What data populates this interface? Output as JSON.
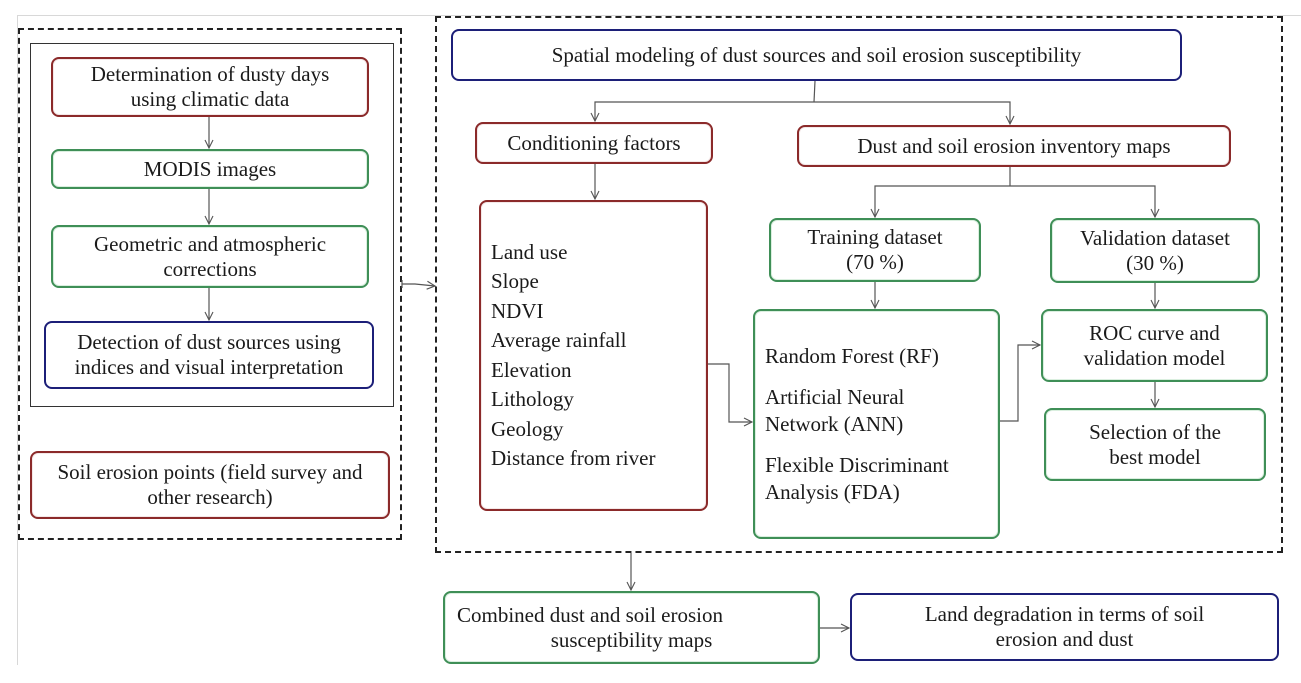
{
  "colors": {
    "input_box": "#8b2a2a",
    "process_box": "#3f8f57",
    "output_box": "#1c1f78",
    "connector": "#555555"
  },
  "left_panel": {
    "determination": [
      "Determination of dusty days",
      "using climatic data"
    ],
    "modis": "MODIS images",
    "corrections": [
      "Geometric and atmospheric",
      "corrections"
    ],
    "detection": [
      "Detection of dust sources using",
      "indices and visual interpretation"
    ],
    "soil_points": [
      "Soil erosion points (field survey and",
      "other research)"
    ]
  },
  "right_panel": {
    "title": "Spatial modeling  of dust sources and soil erosion susceptibility",
    "conditioning": "Conditioning factors",
    "inventory": "Dust and soil erosion inventory maps",
    "factors": [
      "Land use",
      "Slope",
      "NDVI",
      "Average rainfall",
      "Elevation",
      "Lithology",
      "Geology",
      "Distance from river"
    ],
    "training": [
      "Training dataset",
      "(70 %)"
    ],
    "validation": [
      "Validation dataset",
      "(30 %)"
    ],
    "models": [
      "Random Forest (RF)",
      "",
      "Artificial Neural",
      "Network (ANN)",
      "",
      "Flexible Discriminant",
      "Analysis (FDA)"
    ],
    "roc": [
      "ROC curve and",
      "validation model"
    ],
    "selection": [
      "Selection of the",
      "best model"
    ]
  },
  "bottom": {
    "combined": [
      "Combined dust and soil erosion",
      "susceptibility maps"
    ],
    "land_degradation": [
      "Land  degradation in terms of soil",
      "erosion and dust"
    ]
  }
}
